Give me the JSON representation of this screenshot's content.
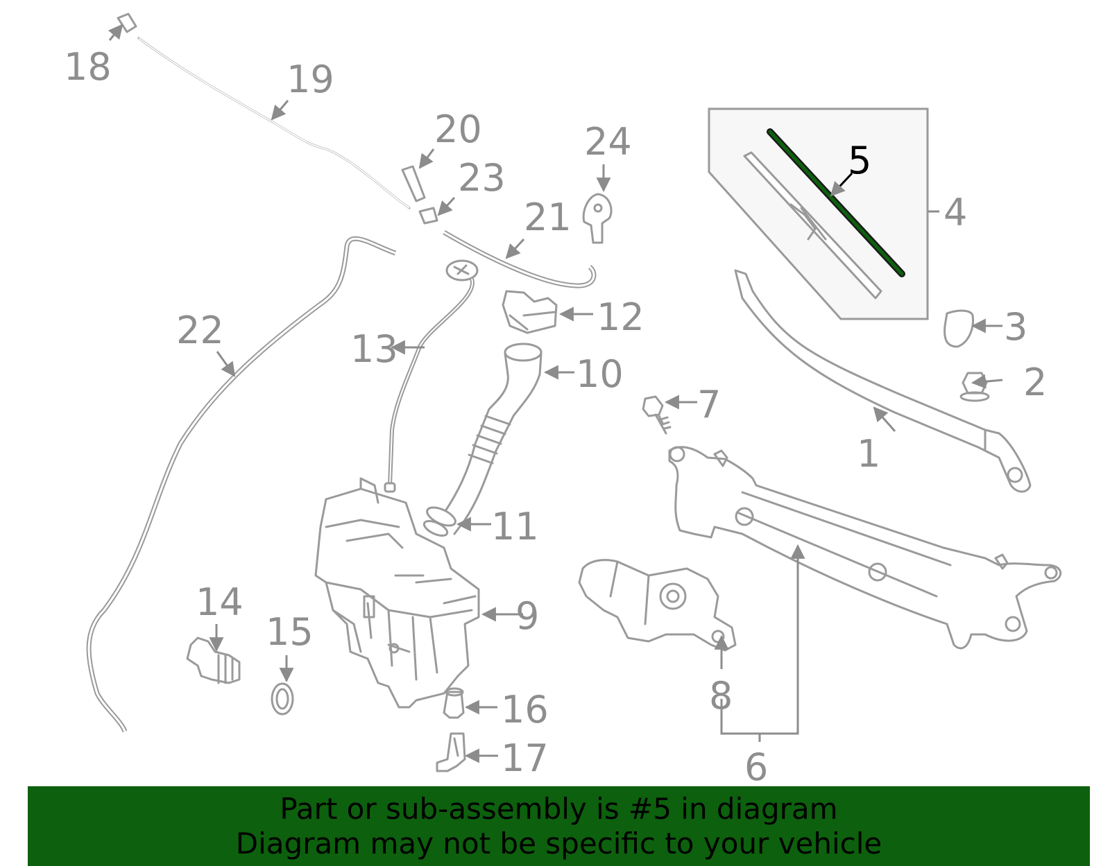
{
  "callouts": {
    "c1": "1",
    "c2": "2",
    "c3": "3",
    "c4": "4",
    "c5": "5",
    "c6": "6",
    "c7": "7",
    "c8": "8",
    "c9": "9",
    "c10": "10",
    "c11": "11",
    "c12": "12",
    "c13": "13",
    "c14": "14",
    "c15": "15",
    "c16": "16",
    "c17": "17",
    "c18": "18",
    "c19": "19",
    "c20": "20",
    "c21": "21",
    "c22": "22",
    "c23": "23",
    "c24": "24"
  },
  "highlighted_part": "5",
  "colors": {
    "part_line": "#9a9a9a",
    "highlight": "#0d600d",
    "banner_bg": "#0d600d",
    "callout_text": "#8e8e8e"
  },
  "banner": {
    "line1": "Part or sub-assembly is #5 in diagram",
    "line2": "Diagram may not be specific to your vehicle"
  }
}
